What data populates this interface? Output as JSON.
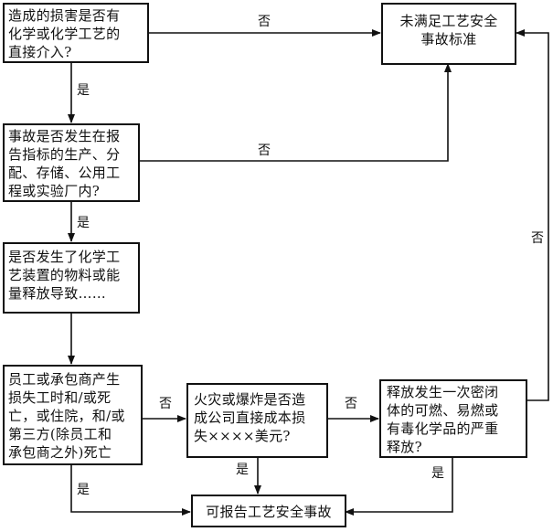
{
  "boxes": {
    "q1": "造成的损害是否有\n化学或化学工艺的\n直接介入?",
    "q2": "事故是否发生在报\n告指标的生产、分\n配、存储、公用工\n程或实验厂内?",
    "q3": "是否发生了化学工\n艺装置的物料或能\n量释放导致……",
    "q4": "员工或承包商产生\n损失工时和/或死\n亡，或住院，和/或\n第三方(除员工和\n承包商之外)死亡",
    "q5": "火灾或爆炸是否造\n成公司直接成本损\n失××××美元?",
    "q6": "释放发生一次密闭\n体的可燃、易燃或\n有毒化学品的严重\n释放?",
    "not_met": "未满足工艺安全\n事故标准",
    "reportable": "可报告工艺安全事故"
  },
  "labels": {
    "yes": "是",
    "no": "否"
  }
}
